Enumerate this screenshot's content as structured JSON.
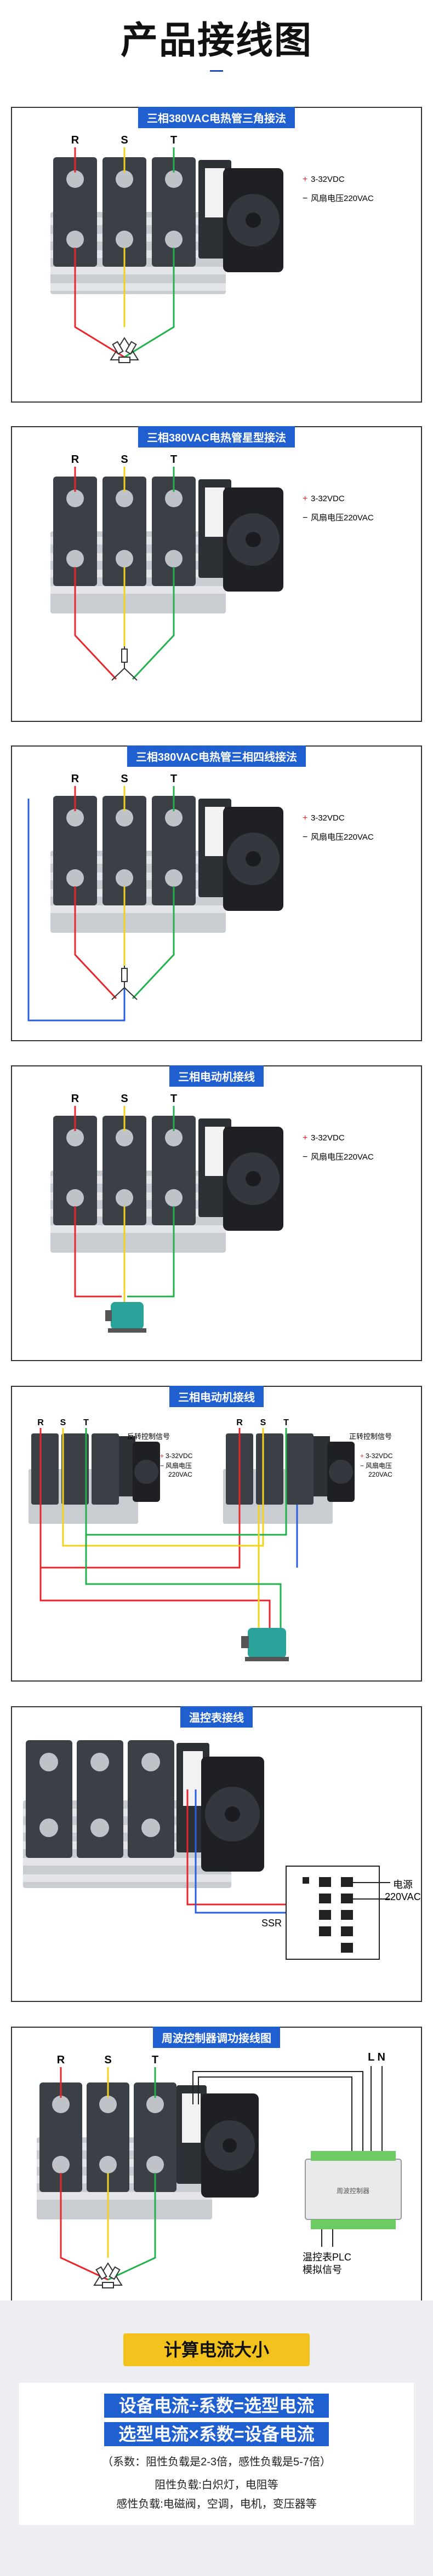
{
  "page": {
    "title": "产品接线图"
  },
  "panels": [
    {
      "title": "三相380VAC电热管三角接法",
      "phases": [
        "R",
        "S",
        "T"
      ],
      "signal_label": "3-32VDC",
      "fan_label": "风扇电压220VAC",
      "plus": "+",
      "minus": "−"
    },
    {
      "title": "三相380VAC电热管星型接法",
      "phases": [
        "R",
        "S",
        "T"
      ],
      "signal_label": "3-32VDC",
      "fan_label": "风扇电压220VAC",
      "plus": "+",
      "minus": "−"
    },
    {
      "title": "三相380VAC电热管三相四线接法",
      "phases": [
        "R",
        "S",
        "T"
      ],
      "signal_label": "3-32VDC",
      "fan_label": "风扇电压220VAC",
      "plus": "+",
      "minus": "−"
    },
    {
      "title": "三相电动机接线",
      "phases": [
        "R",
        "S",
        "T"
      ],
      "signal_label": "3-32VDC",
      "fan_label": "风扇电压220VAC",
      "plus": "+",
      "minus": "−"
    },
    {
      "title": "三相电动机接线",
      "phases": [
        "R",
        "S",
        "T"
      ],
      "reverse_label": "反转控制信号",
      "forward_label": "正转控制信号",
      "signal_label": "3-32VDC",
      "fan_label_1": "风扇电压",
      "fan_label_2": "220VAC",
      "plus": "+",
      "minus": "−"
    },
    {
      "title": "温控表接线",
      "ssr_label": "SSR",
      "power_label_1": "电源",
      "power_label_2": "220VAC"
    },
    {
      "title": "周波控制器调功接线图",
      "phases": [
        "R",
        "S",
        "T"
      ],
      "ln_label": "L N",
      "plc_label_1": "温控表PLC",
      "plc_label_2": "模拟信号",
      "controller_label": "周波控制器"
    }
  ],
  "calc": {
    "title": "计算电流大小",
    "formula_1": "设备电流÷系数=选型电流",
    "formula_2": "选型电流×系数=设备电流",
    "coef_note": "（系数：阻性负载是2-3倍，感性负载是5-7倍）",
    "resistive_note": "阻性负载:白炽灯，电阻等",
    "inductive_note": "感性负载:电磁阀，空调，电机，变压器等"
  },
  "colors": {
    "brand_blue": "#1f5fcf",
    "wire_red": "#e8262b",
    "wire_yellow": "#f2d21a",
    "wire_green": "#22b14c",
    "wire_blue": "#2a5ee0",
    "title_yellow": "#f4c21c"
  }
}
